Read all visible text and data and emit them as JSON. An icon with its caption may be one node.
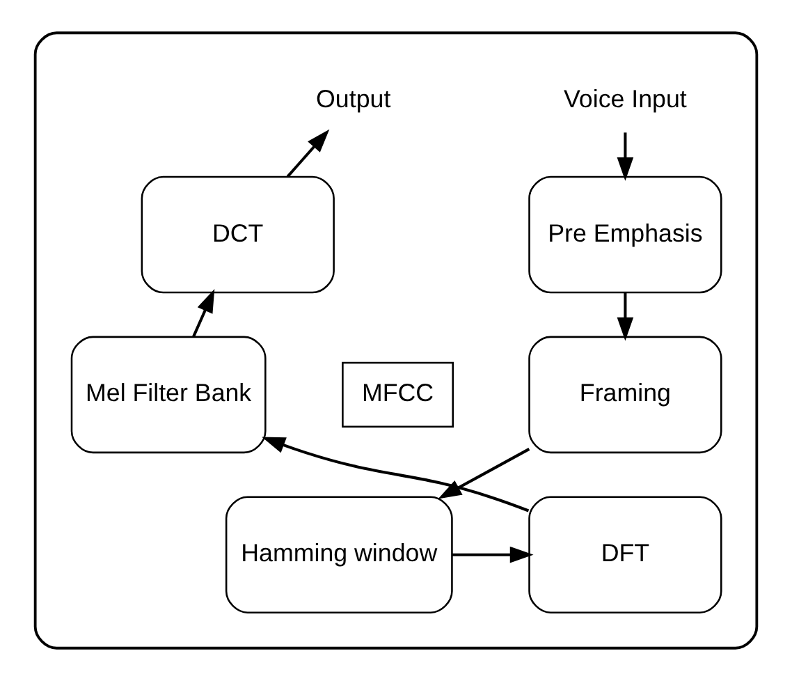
{
  "diagram": {
    "nodes": [
      {
        "text": [],
        "shape": "box"
      },
      {
        "text": [
          "Voice Input"
        ],
        "in": 0
      },
      {
        "text": [
          "Pre Emphasis"
        ],
        "in": 0
      },
      {
        "text": [
          "Framing"
        ],
        "in": 0
      },
      {
        "text": [
          "Hamming window"
        ],
        "in": 0
      },
      {
        "text": [
          "MFCC"
        ],
        "in": 0
      },
      {
        "text": [
          "DFT"
        ],
        "in": 0
      },
      {
        "text": [
          "Mel Filter Bank"
        ],
        "in": 0
      },
      {
        "text": [
          "DCT"
        ],
        "in": 0
      },
      {
        "text": [
          "Output"
        ],
        "in": 0
      }
    ],
    "edges": [
      {
        "from": 1,
        "to": 2,
        "arrow": "to"
      },
      {
        "from": 2,
        "to": 3,
        "arrow": "to"
      },
      {
        "from": 3,
        "to": 4,
        "arrow": "to"
      },
      {
        "from": 4,
        "to": 6,
        "arrow": "to"
      },
      {
        "from": 6,
        "to": 7,
        "arrow": "to"
      },
      {
        "from": 7,
        "to": 8,
        "arrow": "to"
      },
      {
        "from": 8,
        "to": 9,
        "arrow": "to"
      }
    ]
  }
}
